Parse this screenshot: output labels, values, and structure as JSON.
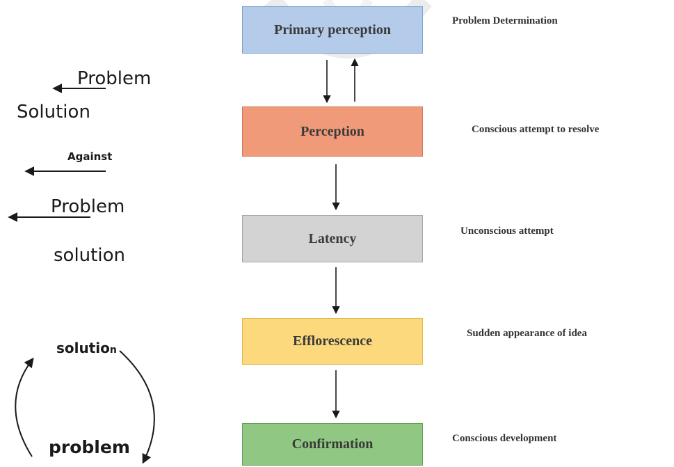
{
  "stages": [
    {
      "label": "Primary perception",
      "description": "Problem Determination",
      "fill": "#b4cbe9",
      "border": "#7ea2cf"
    },
    {
      "label": "Perception",
      "description": "Conscious attempt to resolve",
      "fill": "#f19a79",
      "border": "#d07858"
    },
    {
      "label": "Latency",
      "description": "Unconscious attempt",
      "fill": "#d3d3d3",
      "border": "#a6a6a6"
    },
    {
      "label": "Efflorescence",
      "description": "Sudden appearance of  idea",
      "fill": "#fcd97c",
      "border": "#e2b74a"
    },
    {
      "label": "Confirmation",
      "description": "Conscious development",
      "fill": "#90c883",
      "border": "#62a257"
    }
  ],
  "left": {
    "problem1": "Problem",
    "solution1": "Solution",
    "against": "Against",
    "problem2": "Problem",
    "solution2": "solution",
    "cycle_solution": "solutio",
    "cycle_solution_suffix": "n",
    "cycle_problem": "problem"
  }
}
